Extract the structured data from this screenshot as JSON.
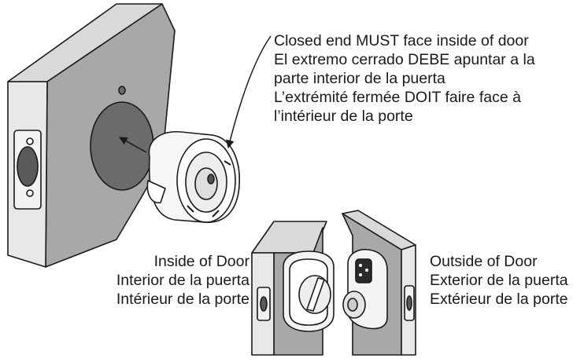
{
  "callout": {
    "en": "Closed end MUST face inside of door",
    "es_1": "El extremo cerrado DEBE apuntar a la",
    "es_2": "parte interior de la puerta",
    "fr_1": "L’extrémité fermée DOIT faire face à",
    "fr_2": "l’intérieur de la porte"
  },
  "inside_label": {
    "en": "Inside of Door",
    "es": "Interior de la puerta",
    "fr": "Intérieur de la porte"
  },
  "outside_label": {
    "en": "Outside of Door",
    "es": "Exterior de la puerta",
    "fr": "Extérieur de la porte"
  },
  "colors": {
    "outline": "#1a1a1a",
    "door_face": "#a8a8a8",
    "door_edge": "#e6e6e6",
    "bore_hole": "#6b6b6b",
    "latch_window": "#5a5a5a"
  }
}
